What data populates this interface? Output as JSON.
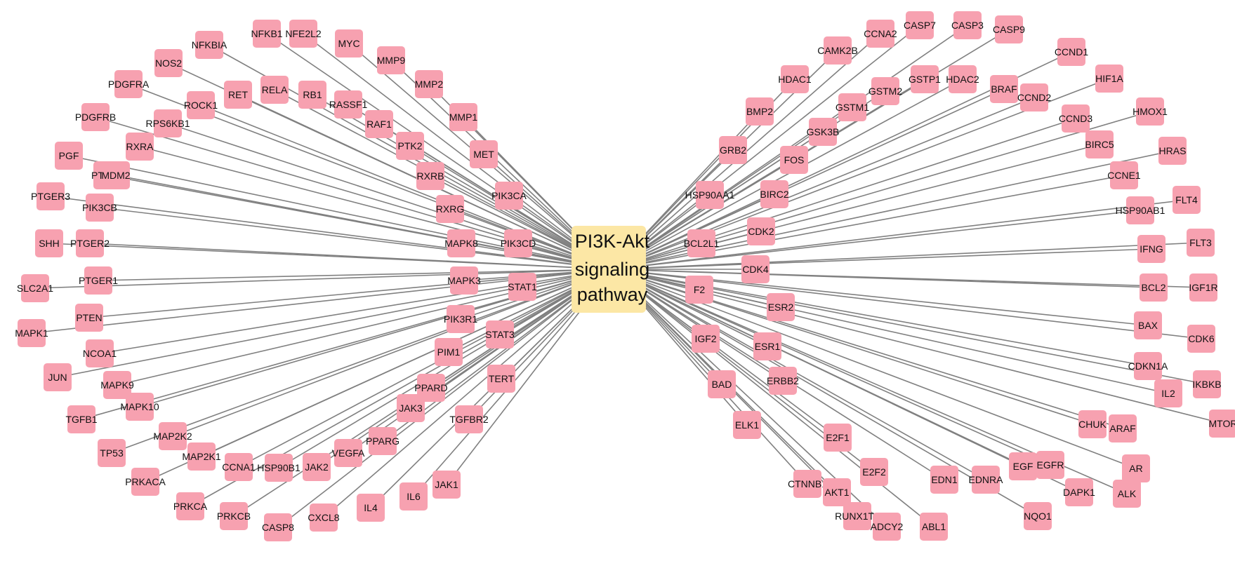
{
  "hub": {
    "lines": [
      "PI3K-Akt",
      "signaling",
      "pathway"
    ],
    "color": "#fce7a5"
  },
  "node_color": "#f7a1b0",
  "edge_color": "#808080",
  "genes": [
    "NFKB1",
    "NFE2L2",
    "MYC",
    "NFKBIA",
    "MMP9",
    "NOS2",
    "MMP2",
    "PDGFRA",
    "RET",
    "RELA",
    "RB1",
    "RASSF1",
    "ROCK1",
    "MMP1",
    "PDGFRB",
    "RPS6KB1",
    "RAF1",
    "RXRA",
    "PTK2",
    "MET",
    "PGF",
    "PTGS2",
    "RXRB",
    "MDM2",
    "PIK3CA",
    "PTGER3",
    "RXRG",
    "PIK3CB",
    "SHH",
    "PTGER2",
    "MAPK8",
    "PIK3CD",
    "SLC2A1",
    "PTGER1",
    "MAPK3",
    "STAT1",
    "PTEN",
    "PIK3R1",
    "MAPK1",
    "STAT3",
    "NCOA1",
    "PIM1",
    "JUN",
    "TERT",
    "MAPK9",
    "PPARD",
    "TGFB1",
    "MAPK10",
    "JAK3",
    "TGFBR2",
    "MAP2K2",
    "PPARG",
    "TP53",
    "MAP2K1",
    "VEGFA",
    "CCNA1",
    "HSP90B1",
    "JAK2",
    "PRKACA",
    "JAK1",
    "PRKCA",
    "IL6",
    "PRKCB",
    "IL4",
    "CXCL8",
    "CASP8",
    "CASP7",
    "CASP3",
    "CASP9",
    "CCNA2",
    "CAMK2B",
    "CCND1",
    "HDAC1",
    "GSTP1",
    "HDAC2",
    "GSTM2",
    "BRAF",
    "HIF1A",
    "GSTM1",
    "CCND2",
    "BMP2",
    "HMOX1",
    "GSK3B",
    "CCND3",
    "GRB2",
    "BIRC5",
    "HRAS",
    "FOS",
    "CCNE1",
    "HSP90AA1",
    "BIRC2",
    "FLT4",
    "HSP90AB1",
    "CDK2",
    "BCL2L1",
    "FLT3",
    "IFNG",
    "CDK4",
    "F2",
    "BCL2",
    "IGF1R",
    "ESR2",
    "BAX",
    "CDK6",
    "IGF2",
    "ESR1",
    "CDKN1A",
    "IKBKB",
    "BAD",
    "ERBB2",
    "IL2",
    "CHUK",
    "ELK1",
    "ARAF",
    "MTOR",
    "EGFR",
    "E2F1",
    "AR",
    "CTNNB1",
    "E2F2",
    "EDN1",
    "EDNRA",
    "EGF",
    "ALK",
    "DAPK1",
    "AKT1",
    "NQO1",
    "RUNX1T1",
    "ADCY2",
    "ABL1"
  ]
}
